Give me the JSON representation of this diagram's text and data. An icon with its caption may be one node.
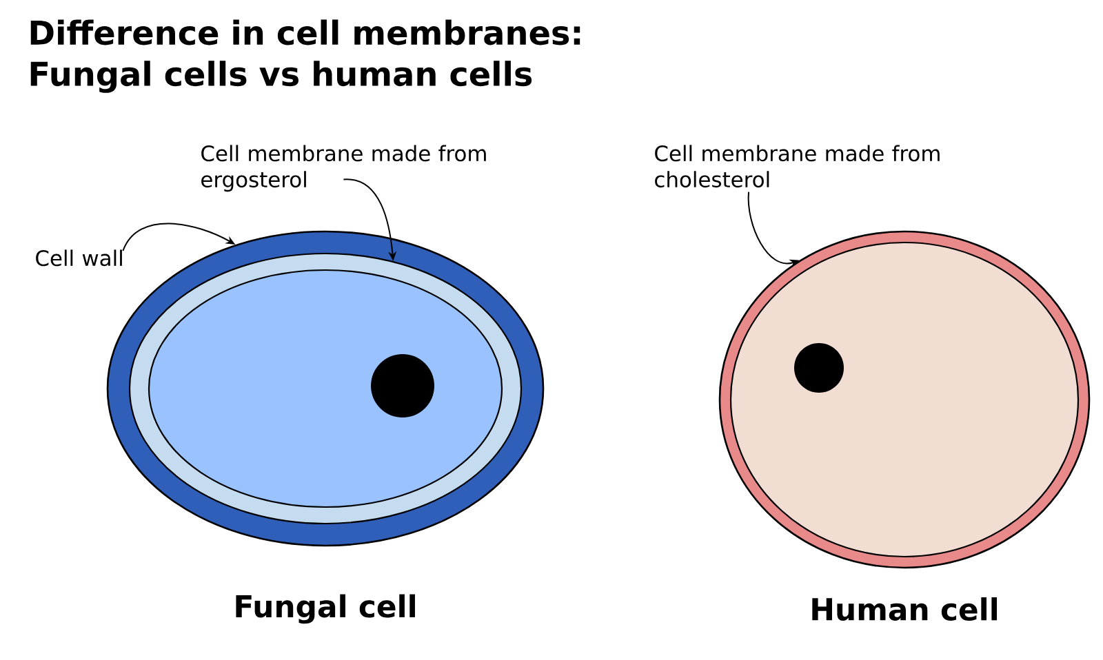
{
  "diagram": {
    "title": "Difference in cell membranes: Fungal cells vs human cells",
    "nodes": [
      {
        "text": [
          "Cell membrane made from ergosterol"
        ]
      },
      {
        "text": [
          "Cell membrane made from cholesterol"
        ]
      },
      {
        "text": [
          "Cell wall"
        ]
      },
      {
        "text": [
          "Fungal cell"
        ]
      },
      {
        "text": [],
        "shape": "ellipse",
        "in": 3
      },
      {
        "text": [
          "Human cell"
        ]
      }
    ],
    "edges": [
      {
        "from": 2,
        "to": 3,
        "arrow": "to"
      },
      {
        "from": 0,
        "to": 4,
        "arrow": "to"
      },
      {
        "from": 1,
        "to": 5,
        "arrow": "to"
      }
    ]
  }
}
